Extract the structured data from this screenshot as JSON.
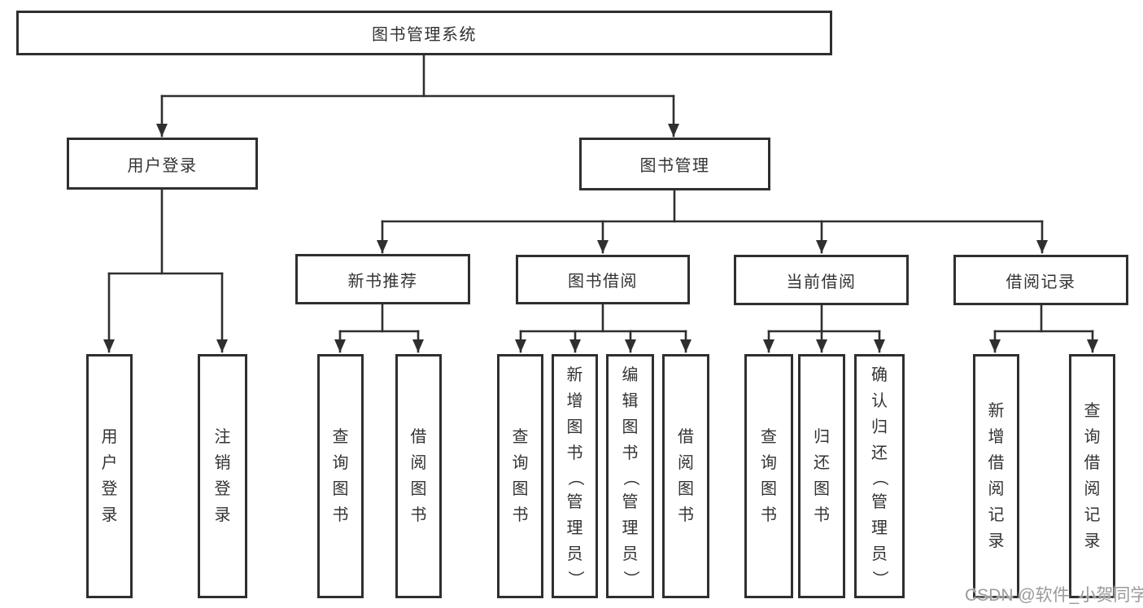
{
  "colors": {
    "line": "#2f2f2f",
    "box_border": "#2f2f2f",
    "text": "#333333",
    "watermark": "#9a9a9a",
    "background": "#ffffff"
  },
  "root": {
    "label": "图书管理系统"
  },
  "level2": [
    {
      "label": "用户登录"
    },
    {
      "label": "图书管理"
    }
  ],
  "level3": [
    {
      "label": "新书推荐",
      "parent": "图书管理"
    },
    {
      "label": "图书借阅",
      "parent": "图书管理"
    },
    {
      "label": "当前借阅",
      "parent": "图书管理"
    },
    {
      "label": "借阅记录",
      "parent": "图书管理"
    }
  ],
  "leaves": [
    {
      "parent": "用户登录",
      "label": "用户登录"
    },
    {
      "parent": "用户登录",
      "label": "注销登录"
    },
    {
      "parent": "新书推荐",
      "label": "查询图书"
    },
    {
      "parent": "新书推荐",
      "label": "借阅图书"
    },
    {
      "parent": "图书借阅",
      "label": "查询图书"
    },
    {
      "parent": "图书借阅",
      "label": "新增图书（管理员）"
    },
    {
      "parent": "图书借阅",
      "label": "编辑图书（管理员）"
    },
    {
      "parent": "图书借阅",
      "label": "借阅图书"
    },
    {
      "parent": "当前借阅",
      "label": "查询图书"
    },
    {
      "parent": "当前借阅",
      "label": "归还图书"
    },
    {
      "parent": "当前借阅",
      "label": "确认归还（管理员）"
    },
    {
      "parent": "借阅记录",
      "label": "新增借阅记录"
    },
    {
      "parent": "借阅记录",
      "label": "查询借阅记录"
    }
  ],
  "watermark": {
    "text": "CSDN @软件_小贺同学"
  }
}
